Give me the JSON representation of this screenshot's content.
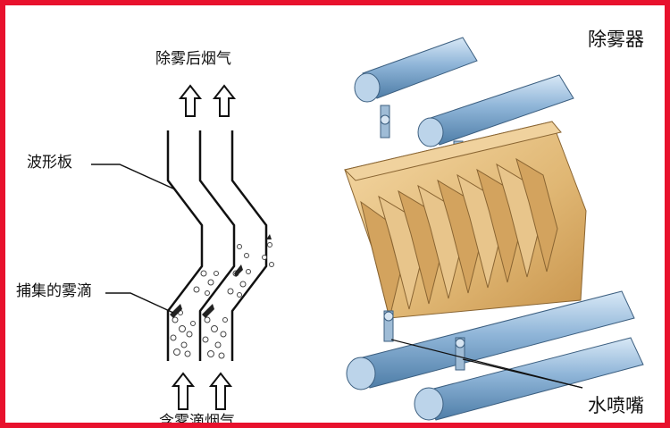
{
  "labels": {
    "exhaust_top": "除雾后烟气",
    "wave_plate": "波形板",
    "droplets": "捕集的雾滴",
    "exhaust_bottom": "含雾滴烟气",
    "demister": "除雾器",
    "nozzle": "水喷嘴"
  },
  "colors": {
    "border": "#e8112d",
    "pipe": "#8fb5d8",
    "blade": "#e0b774",
    "line": "#111111"
  }
}
